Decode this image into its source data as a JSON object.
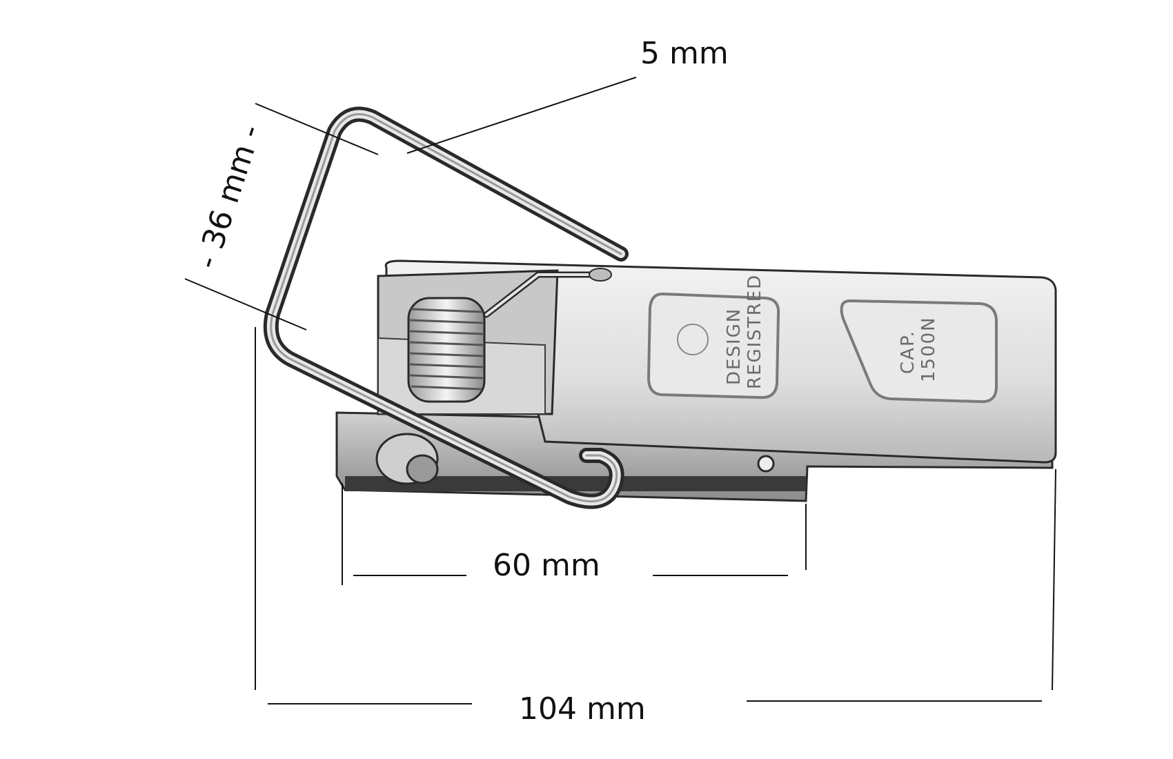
{
  "diagram": {
    "dimensions": {
      "wire_diameter": "5 mm",
      "bail_width": "- 36 mm -",
      "base_length": "60 mm",
      "overall_length": "104 mm"
    },
    "plate_markings": {
      "left_pad_line1": "DESIGN",
      "left_pad_line2": "REGISTRED",
      "right_pad_line1": "CAP.",
      "right_pad_line2": "1500N"
    },
    "colors": {
      "background": "#ffffff",
      "metal_light": "#e4e4e4",
      "metal_mid": "#bdbdbd",
      "metal_dark": "#4a4a4a",
      "lines": "#111111"
    }
  }
}
